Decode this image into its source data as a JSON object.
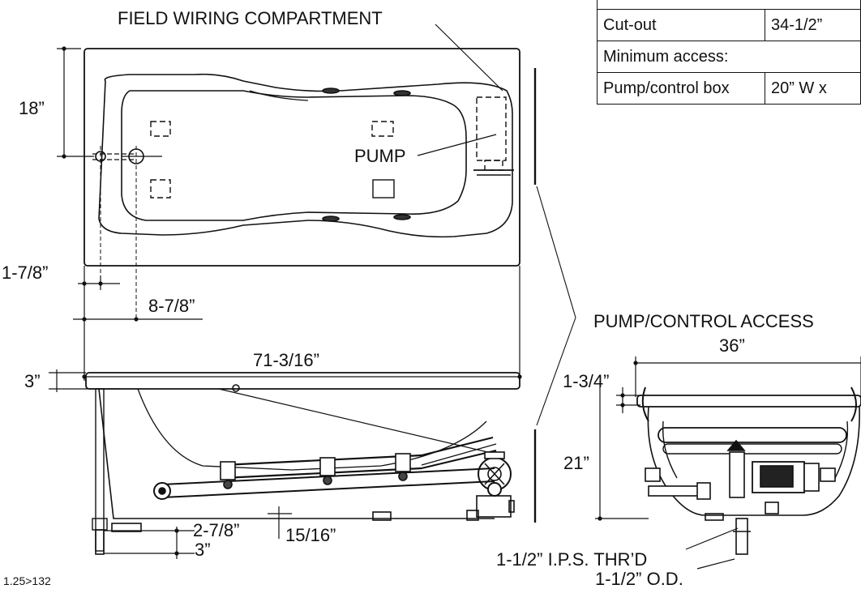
{
  "labels": {
    "field_wiring": "FIELD WIRING COMPARTMENT",
    "pump": "PUMP",
    "pump_control_access": "PUMP/CONTROL ACCESS",
    "dim_18": "18”",
    "dim_1_7_8": "1-7/8”",
    "dim_8_7_8": "8-7/8”",
    "dim_71_3_16": "71-3/16”",
    "dim_3_top": "3”",
    "dim_2_7_8": "2-7/8”",
    "dim_3_bottom": "3”",
    "dim_15_16": "15/16”",
    "dim_36": "36”",
    "dim_1_3_4": "1-3/4”",
    "dim_21": "21”",
    "ips_thread": "1-1/2” I.P.S. THR’D",
    "od": "1-1/2” O.D.",
    "drawing_code": "1.25>132"
  },
  "table": {
    "rows": [
      {
        "label": "Cut-out",
        "value": "34-1/2”"
      },
      {
        "label": "Minimum access:",
        "value": ""
      },
      {
        "label": "Pump/control box",
        "value": "20” W x"
      }
    ]
  }
}
